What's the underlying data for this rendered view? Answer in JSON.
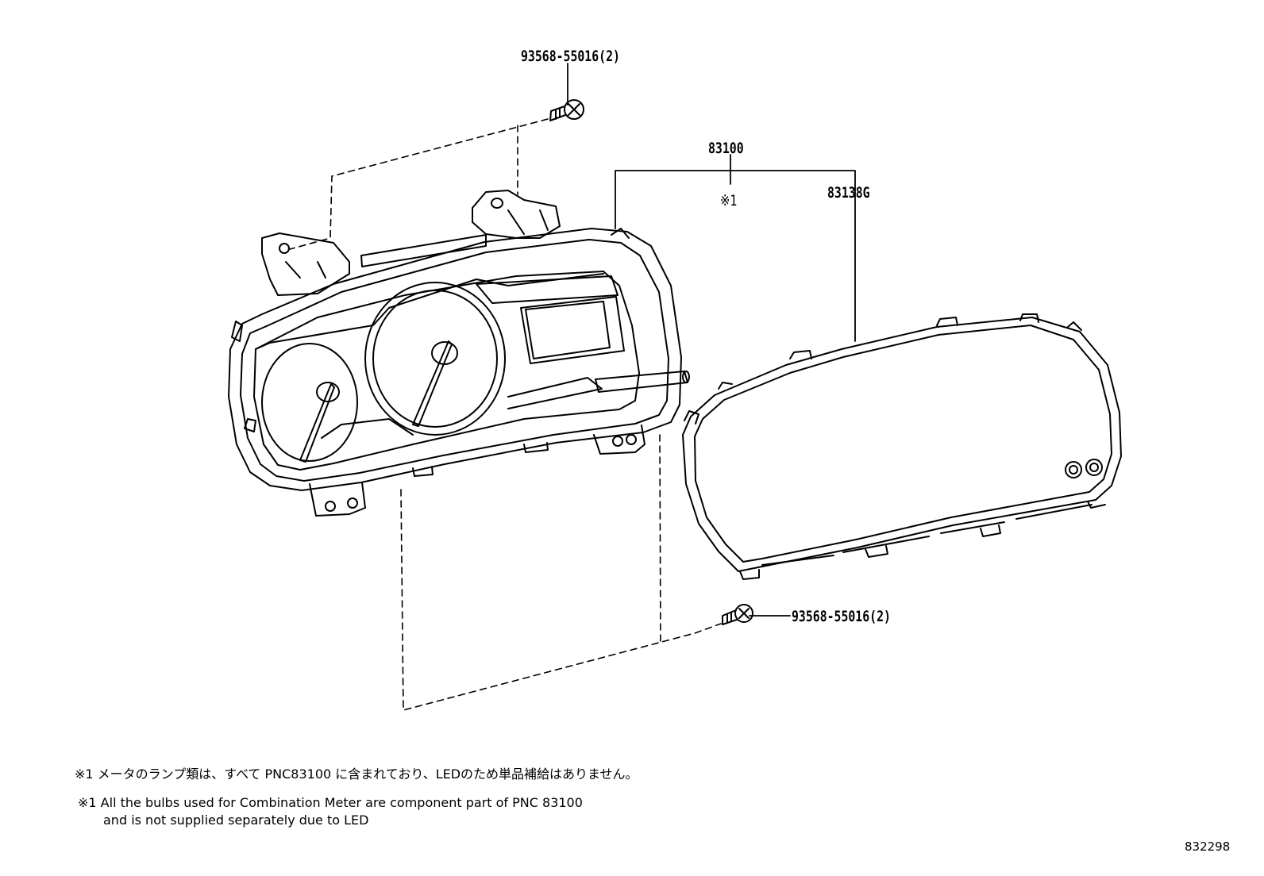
{
  "labels": {
    "screw_top": "93568-55016(2)",
    "assembly": "83100",
    "note_mark": "※1",
    "cover": "83138G",
    "screw_bottom": "93568-55016(2)"
  },
  "notes": {
    "jp": "※1 メータのランプ類は、すべて PNC83100 に含まれており、LEDのため単品補給はありません。",
    "en_line1": "※1 All the bulbs used for Combination Meter are component part of PNC 83100",
    "en_line2": "and is not supplied separately due to LED"
  },
  "illustration_code": "832298"
}
